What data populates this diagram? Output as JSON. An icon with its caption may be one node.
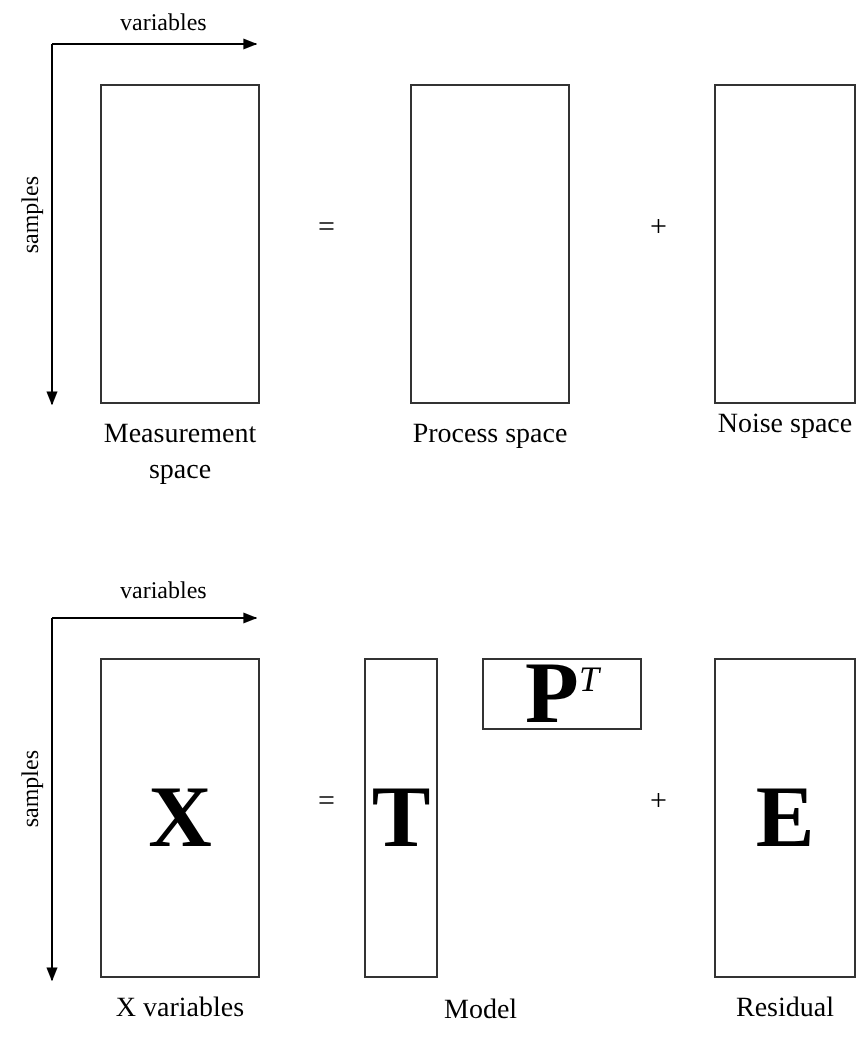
{
  "diagram": {
    "nodes": [
      {
        "text": [],
        "shape": "box",
        "beside": [
          "Measurement space"
        ]
      },
      {
        "text": [],
        "shape": "box",
        "beside": [
          "Process space"
        ]
      },
      {
        "text": [],
        "shape": "box",
        "beside": [
          "Noise space"
        ]
      },
      {
        "text": [
          "X"
        ],
        "beside": [
          "X variables"
        ]
      },
      {
        "text": [
          "T"
        ]
      },
      {
        "text": [
          "P$^{T}$"
        ]
      },
      {
        "text": [
          "E"
        ],
        "beside": [
          "Residual"
        ]
      }
    ],
    "edges": [],
    "labels": [
      "variables",
      "samples",
      "=",
      "+",
      "variables",
      "samples",
      "=",
      "Model",
      "+"
    ]
  }
}
